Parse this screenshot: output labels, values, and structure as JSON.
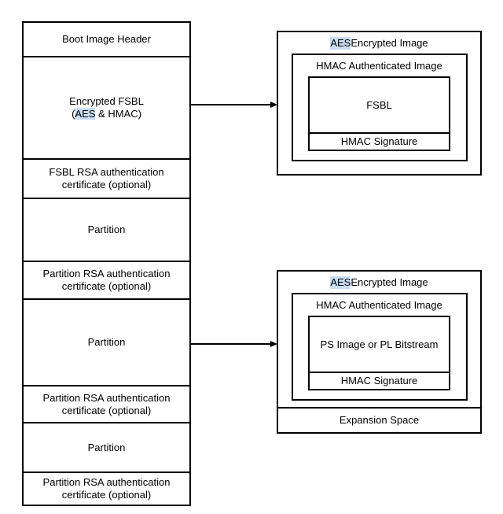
{
  "colors": {
    "highlight_bg": "#c9def2",
    "line": "#000000",
    "text": "#000000",
    "background": "#ffffff"
  },
  "left_stack": {
    "rows": [
      {
        "text": "Boot Image Header"
      },
      {
        "line1": "Encrypted FSBL",
        "line2_prefix": "(",
        "line2_highlight": "AES",
        "line2_suffix": " & HMAC)"
      },
      {
        "text": "FSBL RSA authentication certificate (optional)"
      },
      {
        "text": "Partition"
      },
      {
        "text": "Partition RSA authentication certificate (optional)"
      },
      {
        "text": "Partition"
      },
      {
        "text": "Partition RSA authentication certificate (optional)"
      },
      {
        "text": "Partition"
      },
      {
        "text": "Partition RSA authentication certificate (optional)"
      }
    ]
  },
  "fsbl_image": {
    "title_highlight": "AES",
    "title_rest": " Encrypted Image",
    "hmac_title": "HMAC Authenticated Image",
    "payload": "FSBL",
    "signature": "HMAC Signature"
  },
  "partition_image": {
    "title_highlight": "AES",
    "title_rest": " Encrypted Image",
    "hmac_title": "HMAC Authenticated Image",
    "payload": "PS Image or PL Bitstream",
    "signature": "HMAC Signature",
    "expansion": "Expansion Space"
  }
}
